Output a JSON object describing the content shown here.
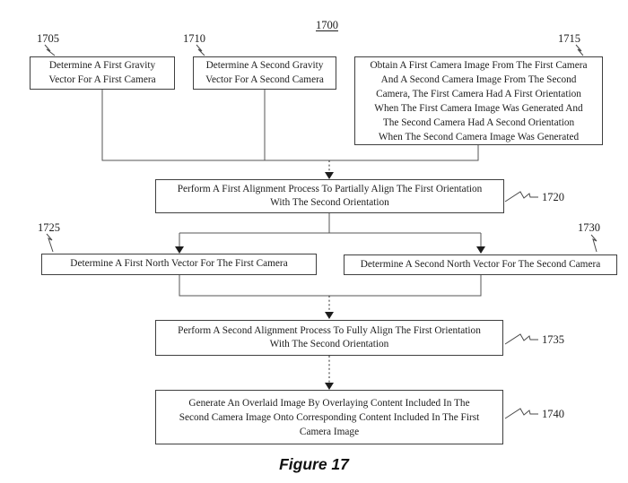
{
  "diagram": {
    "figure_ref": "1700",
    "caption": "Figure 17",
    "colors": {
      "ink": "#1c1c1c",
      "box_border": "#3f3f3f",
      "connector": "#565656",
      "background": "#ffffff"
    },
    "boxes": [
      {
        "ref": "1705",
        "lines": [
          "Determine A First Gravity",
          "Vector For A First Camera"
        ]
      },
      {
        "ref": "1710",
        "lines": [
          "Determine A Second Gravity",
          "Vector For A Second Camera"
        ]
      },
      {
        "ref": "1715",
        "lines": [
          "Obtain A First Camera Image From The First Camera",
          "And A Second Camera Image From The Second",
          "Camera, The First Camera Had A First Orientation",
          "When The First Camera Image Was Generated And",
          "The Second Camera Had A Second Orientation",
          "When The Second Camera Image Was Generated"
        ]
      },
      {
        "ref": "1720",
        "lines": [
          "Perform A First Alignment Process To Partially Align The First Orientation",
          "With The Second Orientation"
        ]
      },
      {
        "ref": "1725",
        "lines": [
          "Determine A First North Vector For The First Camera"
        ]
      },
      {
        "ref": "1730",
        "lines": [
          "Determine A Second North Vector For The Second Camera"
        ]
      },
      {
        "ref": "1735",
        "lines": [
          "Perform A Second Alignment Process To Fully Align The First Orientation",
          "With The Second Orientation"
        ]
      },
      {
        "ref": "1740",
        "lines": [
          "Generate An Overlaid Image By Overlaying Content Included In The",
          "Second Camera Image Onto Corresponding Content Included In The First",
          "Camera Image"
        ]
      }
    ]
  }
}
